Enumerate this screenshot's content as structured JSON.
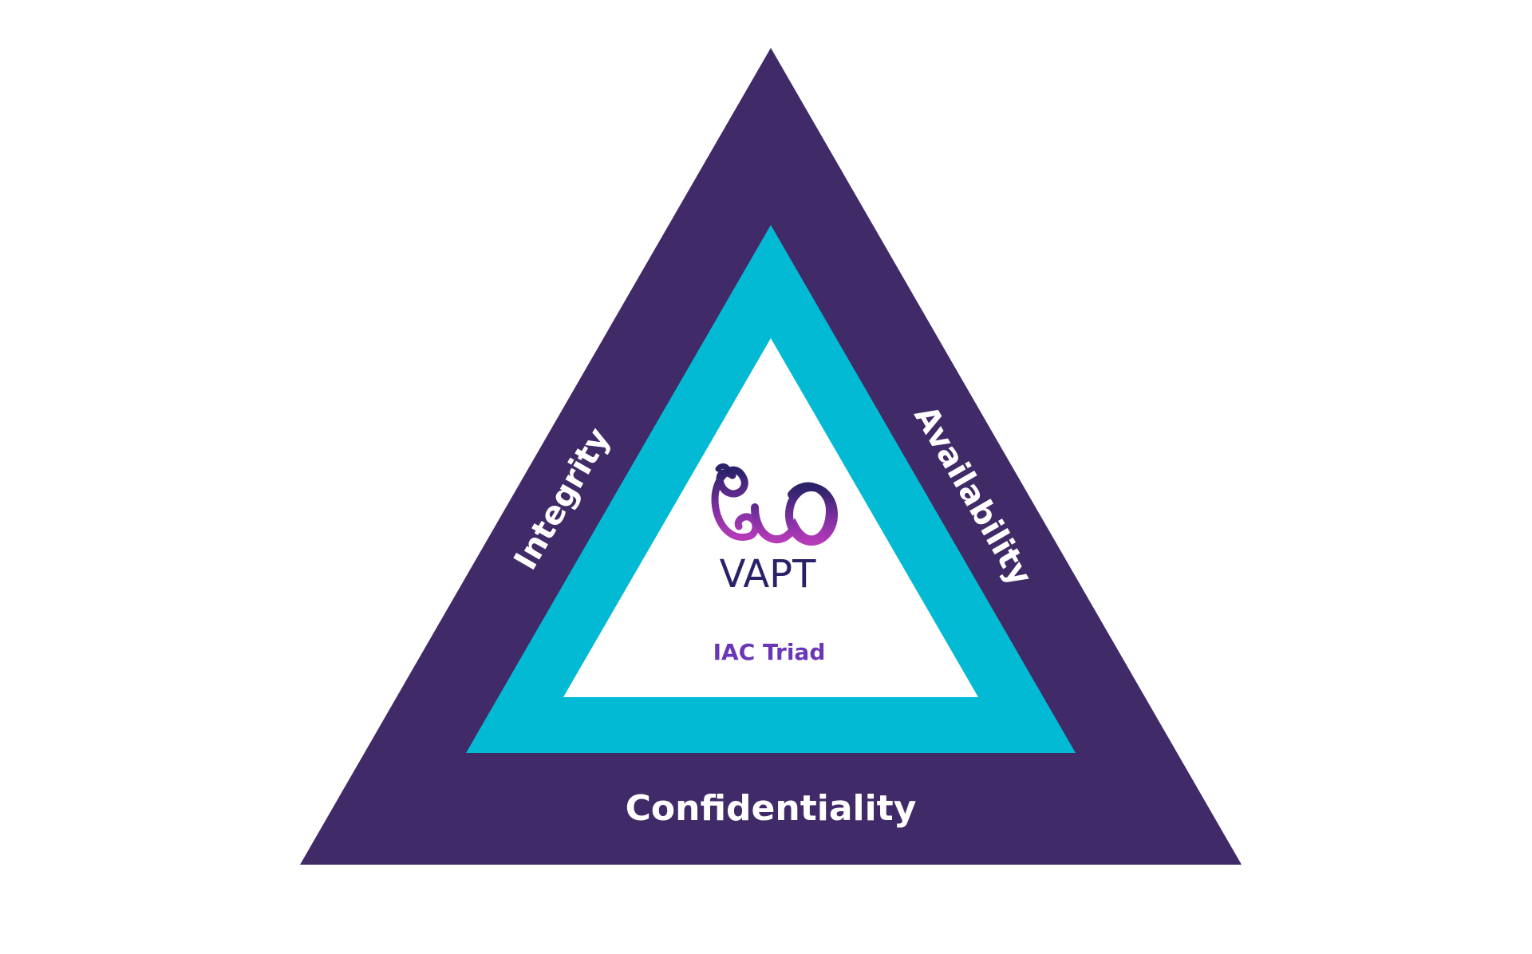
{
  "diagram": {
    "sides": {
      "left": "Integrity",
      "right": "Availability",
      "bottom": "Confidentiality"
    },
    "logo": {
      "word": "VAPT"
    },
    "center_label": "IAC Triad"
  },
  "colors": {
    "outer_triangle": "#402a67",
    "middle_triangle": "#03bad4",
    "inner_triangle": "#ffffff",
    "side_text": "#ffffff",
    "logo_purple": "#8a33a6",
    "logo_navy": "#2a2268",
    "center_text": "#6a36b8"
  }
}
